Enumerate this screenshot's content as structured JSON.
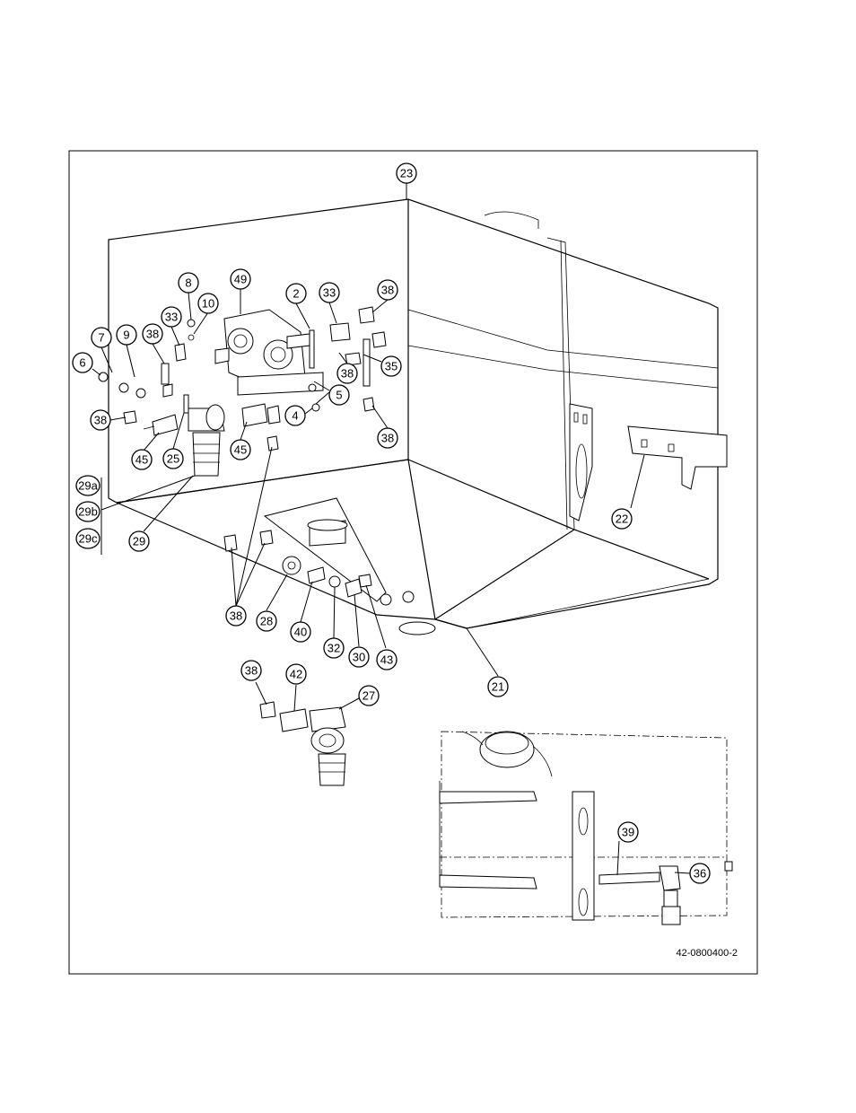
{
  "drawing": {
    "document_number": "42-0800400-2"
  },
  "callouts": {
    "c23": "23",
    "c8": "8",
    "c49": "49",
    "c2": "2",
    "c33a": "33",
    "c38a": "38",
    "c10": "10",
    "c33b": "33",
    "c7": "7",
    "c9": "9",
    "c38b": "38",
    "c6": "6",
    "c38c": "38",
    "c35": "35",
    "c5": "5",
    "c4": "4",
    "c38d": "38",
    "c38e": "38",
    "c45a": "45",
    "c25": "25",
    "c45b": "45",
    "c29a": "29a",
    "c29b": "29b",
    "c29c": "29c",
    "c29": "29",
    "c22": "22",
    "c38f": "38",
    "c28": "28",
    "c40": "40",
    "c32": "32",
    "c30": "30",
    "c43": "43",
    "c21": "21",
    "c38g": "38",
    "c42": "42",
    "c27": "27",
    "c39": "39",
    "c36": "36"
  }
}
